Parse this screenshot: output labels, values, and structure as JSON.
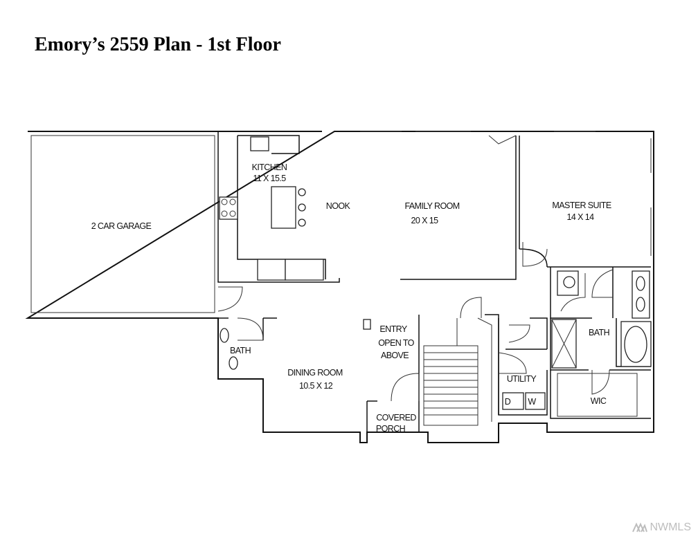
{
  "title": "Emory’s 2559 Plan - 1st Floor",
  "rooms": {
    "garage": "2 CAR GARAGE",
    "kitchen": "KITCHEN",
    "kitchen_dim": "11 X 15.5",
    "nook": "NOOK",
    "family": "FAMILY ROOM",
    "family_dim": "20 X 15",
    "master": "MASTER SUITE",
    "master_dim": "14 X 14",
    "bath_left": "BATH",
    "dining": "DINING ROOM",
    "dining_dim": "10.5 X 12",
    "entry_1": "ENTRY",
    "entry_2": "OPEN TO",
    "entry_3": "ABOVE",
    "porch_1": "COVERED",
    "porch_2": "PORCH",
    "utility": "UTILITY",
    "dryer": "D",
    "washer": "W",
    "bath_master": "BATH",
    "wic": "WIC"
  },
  "watermark": "NWMLS"
}
